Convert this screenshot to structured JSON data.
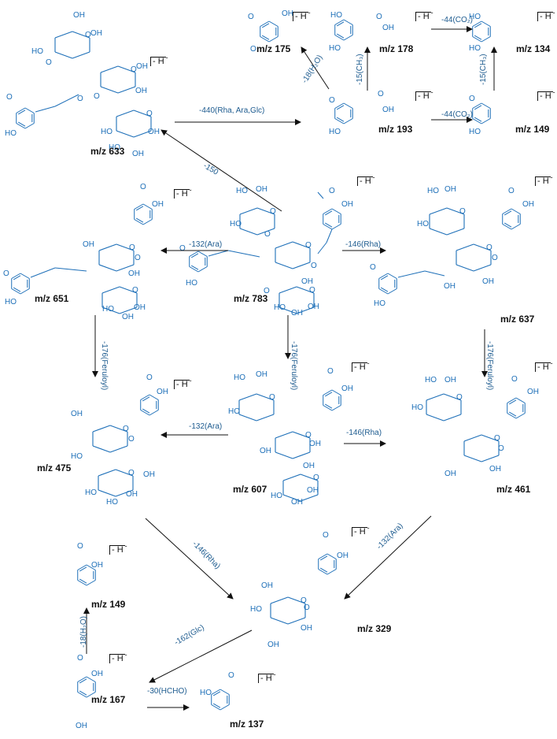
{
  "charge_label": "- H",
  "charge_sup": "-",
  "compounds": [
    {
      "id": "c783",
      "mz": "m/z 783"
    },
    {
      "id": "c633",
      "mz": "m/z 633"
    },
    {
      "id": "c651",
      "mz": "m/z 651"
    },
    {
      "id": "c637",
      "mz": "m/z 637"
    },
    {
      "id": "c607",
      "mz": "m/z 607"
    },
    {
      "id": "c475",
      "mz": "m/z 475"
    },
    {
      "id": "c461",
      "mz": "m/z 461"
    },
    {
      "id": "c329",
      "mz": "m/z 329"
    },
    {
      "id": "c175",
      "mz": "m/z 175"
    },
    {
      "id": "c178",
      "mz": "m/z 178"
    },
    {
      "id": "c134",
      "mz": "m/z 134"
    },
    {
      "id": "c193",
      "mz": "m/z 193"
    },
    {
      "id": "c149a",
      "mz": "m/z 149"
    },
    {
      "id": "c149b",
      "mz": "m/z 149"
    },
    {
      "id": "c167",
      "mz": "m/z 167"
    },
    {
      "id": "c137",
      "mz": "m/z 137"
    }
  ],
  "transitions": [
    {
      "from": "c783",
      "to": "c633",
      "label": "-150"
    },
    {
      "from": "c633",
      "to": "c193",
      "label": "-440(Rha, Ara,Glc)"
    },
    {
      "from": "c193",
      "to": "c175",
      "label": "-18(H₂O)"
    },
    {
      "from": "c193",
      "to": "c178",
      "label": "-15(CH₃)"
    },
    {
      "from": "c178",
      "to": "c134",
      "label": "-44(CO₂)"
    },
    {
      "from": "c193",
      "to": "c149a",
      "label": "-44(CO₂)"
    },
    {
      "from": "c149a",
      "to": "c134",
      "label": "-15(CH₃)"
    },
    {
      "from": "c783",
      "to": "c651",
      "label": "-132(Ara)"
    },
    {
      "from": "c783",
      "to": "c637",
      "label": "-146(Rha)"
    },
    {
      "from": "c783",
      "to": "c607",
      "label": "-176(Feruloyl)"
    },
    {
      "from": "c651",
      "to": "c475",
      "label": "-176(Feruloyl)"
    },
    {
      "from": "c637",
      "to": "c461",
      "label": "-176(Feruloyl)"
    },
    {
      "from": "c607",
      "to": "c475",
      "label": "-132(Ara)"
    },
    {
      "from": "c607",
      "to": "c461",
      "label": "-146(Rha)"
    },
    {
      "from": "c475",
      "to": "c329",
      "label": "-146(Rha)"
    },
    {
      "from": "c461",
      "to": "c329",
      "label": "-132(Ara)"
    },
    {
      "from": "c329",
      "to": "c167",
      "label": "-162(Glc)"
    },
    {
      "from": "c167",
      "to": "c149b",
      "label": "-18(H₂O)"
    },
    {
      "from": "c167",
      "to": "c137",
      "label": "-30(HCHO)"
    }
  ],
  "atom_labels": {
    "OH": "OH",
    "HO": "HO",
    "O": "O"
  },
  "colors": {
    "bond_blue": "#1d6fb8",
    "bond_black": "#111111",
    "arrow": "#111111",
    "label_blue": "#1d5b8f"
  }
}
